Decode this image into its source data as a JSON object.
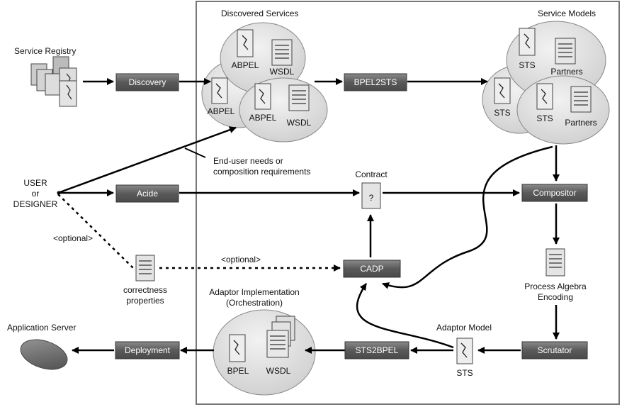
{
  "labels": {
    "discovered_services": "Discovered Services",
    "service_models": "Service Models",
    "service_registry": "Service Registry",
    "end_user_line1": "End-user needs or",
    "end_user_line2": "composition requirements",
    "contract": "Contract",
    "contract_symbol": "?",
    "user_line1": "USER",
    "user_line2": "or",
    "user_line3": "DESIGNER",
    "optional_left": "<optional>",
    "optional_mid": "<optional>",
    "correctness_line1": "correctness",
    "correctness_line2": "properties",
    "adaptor_impl_line1": "Adaptor Implementation",
    "adaptor_impl_line2": "(Orchestration)",
    "application_server": "Application Server",
    "process_algebra_line1": "Process Algebra",
    "process_algebra_line2": "Encoding",
    "adaptor_model": "Adaptor Model",
    "adaptor_model_sts": "STS"
  },
  "boxes": {
    "discovery": "Discovery",
    "bpel2sts": "BPEL2STS",
    "acide": "Acide",
    "compositor": "Compositor",
    "cadp": "CADP",
    "scrutator": "Scrutator",
    "sts2bpel": "STS2BPEL",
    "deployment": "Deployment"
  },
  "docs": {
    "abpel": "ABPEL",
    "wsdl": "WSDL",
    "sts": "STS",
    "partners": "Partners",
    "bpel": "BPEL"
  }
}
